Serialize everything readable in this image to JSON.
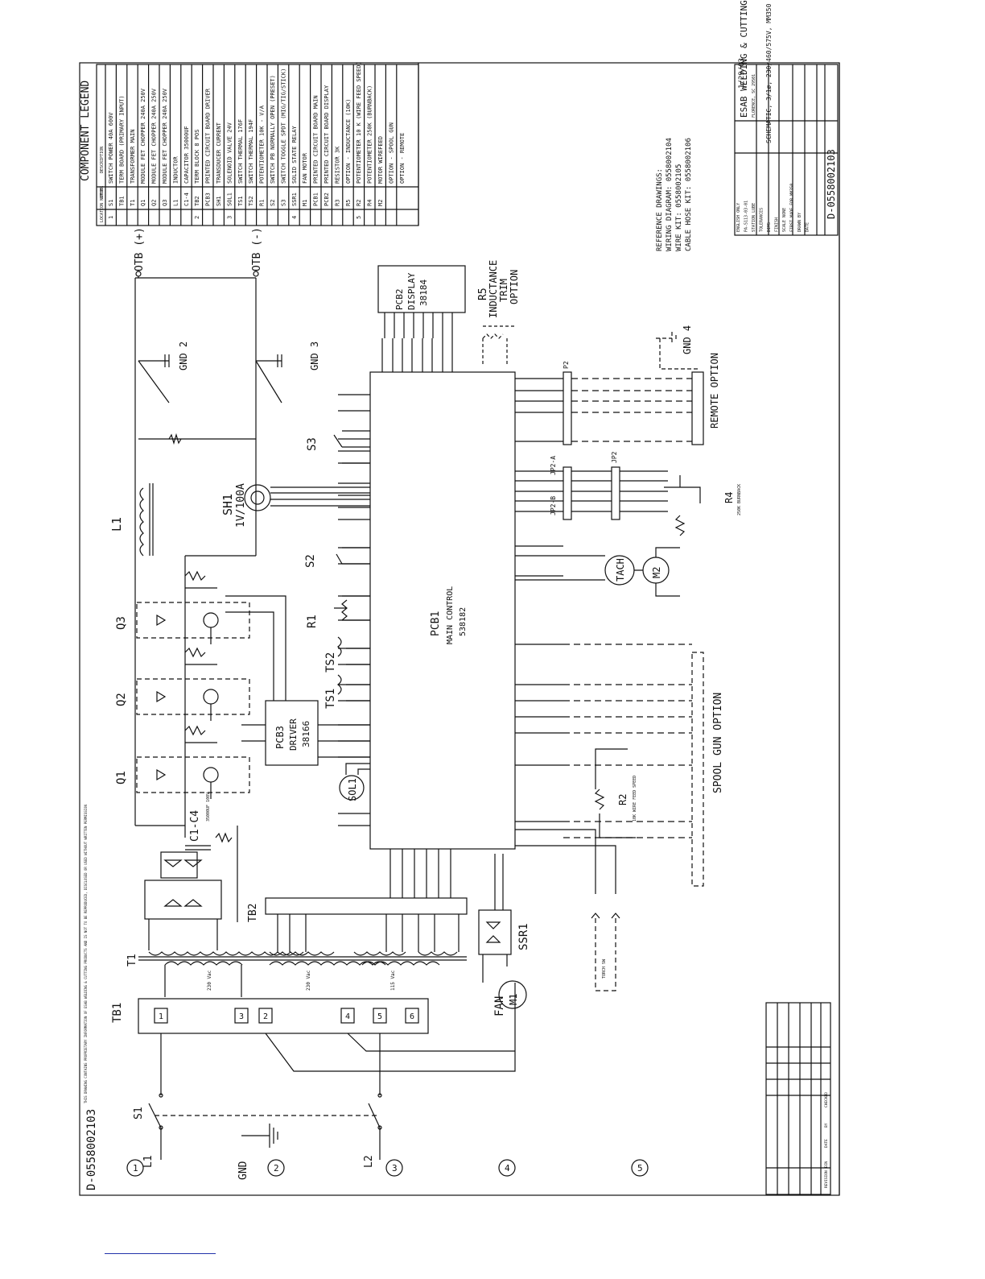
{
  "drawing_number": "D-0558002103",
  "drawing_number_right": "D-0558002103",
  "legend": {
    "title": "COMPONENT LEGEND",
    "col_location": "LOCATION NUMBER",
    "col_item": "ITEM",
    "col_desc": "DESCRIPTION",
    "rows": [
      {
        "loc": "1",
        "item": "S1",
        "desc": "SWITCH POWER 40A 600V"
      },
      {
        "loc": "",
        "item": "TB1",
        "desc": "TERM BOARD (PRIMARY INPUT)"
      },
      {
        "loc": "",
        "item": "T1",
        "desc": "TRANSFORMER MAIN"
      },
      {
        "loc": "",
        "item": "Q1",
        "desc": "MODULE FET CHOPPER 240A 250V"
      },
      {
        "loc": "",
        "item": "Q2",
        "desc": "MODULE FET CHOPPER 240A 250V"
      },
      {
        "loc": "",
        "item": "Q3",
        "desc": "MODULE FET CHOPPER 240A 250V"
      },
      {
        "loc": "",
        "item": "L1",
        "desc": "INDUCTOR"
      },
      {
        "loc": "",
        "item": "C1-4",
        "desc": "CAPACITOR 35000UF"
      },
      {
        "loc": "2",
        "item": "TB2",
        "desc": "TERM BLOCK 8 POS"
      },
      {
        "loc": "",
        "item": "PCB3",
        "desc": "PRINTED CIRCUIT BOARD DRIVER"
      },
      {
        "loc": "",
        "item": "SH1",
        "desc": "TRANSDUCER CURRENT"
      },
      {
        "loc": "3",
        "item": "SOL1",
        "desc": "SOLENOID VALVE 24V"
      },
      {
        "loc": "",
        "item": "TS1",
        "desc": "SWITCH THERMAL 176F"
      },
      {
        "loc": "",
        "item": "TS2",
        "desc": "SWITCH THERMAL 194F"
      },
      {
        "loc": "",
        "item": "R1",
        "desc": "POTENTIOMETER 10K - V/A"
      },
      {
        "loc": "",
        "item": "S2",
        "desc": "SWITCH PB NORMALLY OPEN (PRESET)"
      },
      {
        "loc": "",
        "item": "S3",
        "desc": "SWITCH TOGGLE SPDT (MIG/TIG/STICK)"
      },
      {
        "loc": "4",
        "item": "SSR1",
        "desc": "SOLID STATE RELAY"
      },
      {
        "loc": "",
        "item": "M1",
        "desc": "FAN MOTOR"
      },
      {
        "loc": "",
        "item": "PCB1",
        "desc": "PRINTED CIRCUIT BOARD MAIN"
      },
      {
        "loc": "",
        "item": "PCB2",
        "desc": "PRINTED CIRCUIT BOARD DISPLAY"
      },
      {
        "loc": "",
        "item": "R3",
        "desc": "RESISTOR 3K"
      },
      {
        "loc": "",
        "item": "R5",
        "desc": "OPTION - INDUCTANCE (10K)"
      },
      {
        "loc": "5",
        "item": "R2",
        "desc": "POTENTIOMETER 10 K (WIRE FEED SPEED)"
      },
      {
        "loc": "",
        "item": "R4",
        "desc": "POTENTIOMETER 250K (BURNBACK)"
      },
      {
        "loc": "",
        "item": "M2",
        "desc": "MOTOR WIREFEED"
      },
      {
        "loc": "",
        "item": "",
        "desc": "OPTION - SPOOL GUN"
      },
      {
        "loc": "",
        "item": "",
        "desc": "OPTION - REMOTE"
      }
    ]
  },
  "reference": {
    "title": "REFERENCE DRAWINGS:",
    "lines": [
      "WIRING DIAGRAM: 0558002104",
      "WIRE KIT: 0558002105",
      "CABLE HOSE KIT: 0558002106"
    ]
  },
  "title_block": {
    "company": "ESAB WELDING & CUTTING PRODUCTS",
    "city": "FLORENCE, SC 29501",
    "title1": "SCHEMATIC, 3/1ø, 230/460/575V, MM350",
    "date": "1/29/03",
    "number": "D-0558002103",
    "fields": [
      "ENGLISH ONLY",
      "PA-5113-03-01",
      "STATION LUBE",
      "TOLERANCES",
      "DIMS",
      "FINISH",
      "SCALE NONE",
      "FIRST MADE FOR MM350",
      "DRAWN BY",
      "DATE"
    ]
  },
  "revision_block": {
    "cols": [
      "REVISION",
      "ECN",
      "DATE",
      "BY",
      "CHECKED"
    ]
  },
  "proprietary_note": "THIS DRAWING CONTAINS PROPRIETARY INFORMATION OF ESAB WELDING & CUTTING PRODUCTS AND IS NOT TO BE REPRODUCED, DISCLOSED OR USED WITHOUT WRITTEN PERMISSION",
  "zones": [
    "1",
    "2",
    "3",
    "4",
    "5"
  ],
  "left_labels": {
    "l1": "L1",
    "s1": "S1",
    "gnd": "GND",
    "l2": "L2"
  },
  "components": {
    "tb1": "TB1",
    "t1": "T1",
    "tb2": "TB2",
    "ssr1": "SSR1",
    "fan": "FAN",
    "m1": "M1",
    "c1c4": "C1-C4",
    "c1c4_val": "35000UF 100V",
    "q1": "Q1",
    "q2": "Q2",
    "q3": "Q3",
    "pcb3": "PCB3",
    "pcb3_sub": "DRIVER",
    "pcb3_num": "38166",
    "sol1": "SOL1",
    "ts1": "TS1",
    "ts2": "TS2",
    "r1": "R1",
    "s2": "S2",
    "s3": "S3",
    "sh1": "SH1",
    "sh1_val": "1V/100A",
    "l1": "L1",
    "pcb1": "PCB1",
    "pcb1_sub": "MAIN CONTROL",
    "pcb1_num": "538182",
    "pcb2": "PCB2",
    "pcb2_sub": "DISPLAY",
    "pcb2_num": "38184",
    "r5": "R5",
    "r5_line1": "INDUCTANCE",
    "r5_line2": "TRIM",
    "r5_line3": "OPTION",
    "otb_pos": "OTB (+)",
    "otb_neg": "OTB (-)",
    "gnd2": "GND 2",
    "gnd3": "GND 3",
    "gnd4": "GND 4",
    "tach": "TACH",
    "m2": "M2",
    "r2": "R2",
    "r2_val": "10K WIRE FEED SPEED",
    "r4": "R4",
    "r4_val": "250K BURNBACK",
    "remote": "REMOTE OPTION",
    "spool": "SPOOL GUN OPTION",
    "p2": "P2",
    "jp2": "JP2",
    "jp2a": "JP2-A",
    "jp2b": "JP2-B",
    "torch_sw": "TORCH SW"
  },
  "tb1_terminals": [
    "1",
    "3",
    "2",
    "4",
    "5",
    "6"
  ],
  "transformer_ratings": [
    "230 Vac",
    "230 Vac",
    "115 Vac"
  ]
}
